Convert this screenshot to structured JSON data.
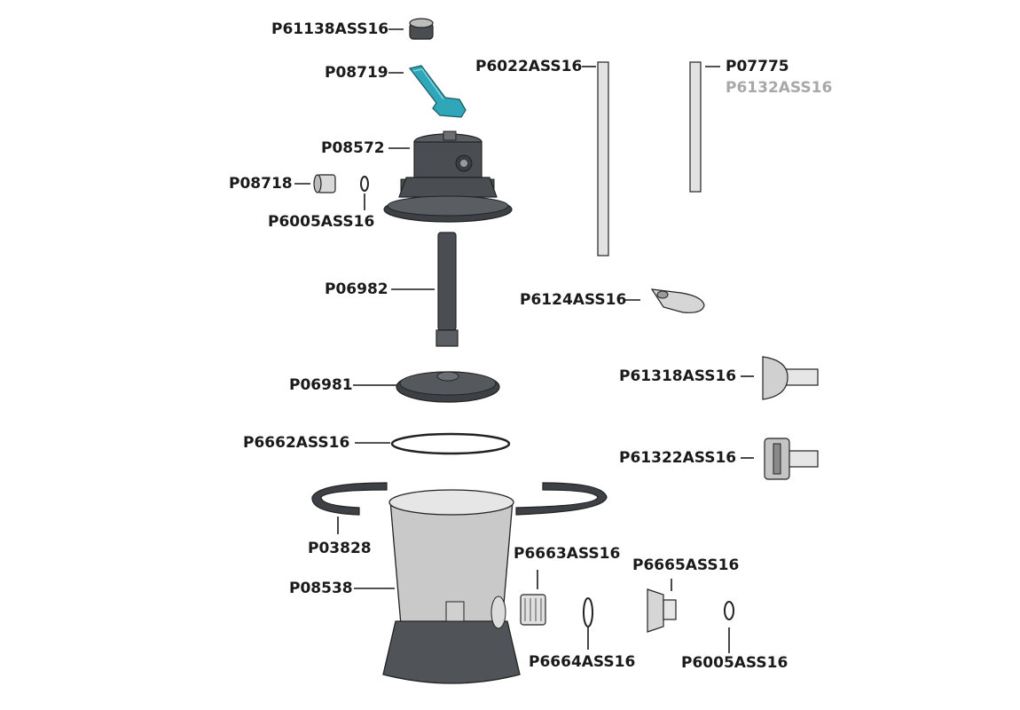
{
  "parts": {
    "p61138": "P61138ASS16",
    "p08719": "P08719",
    "p08572": "P08572",
    "p08718": "P08718",
    "p6005_top": "P6005ASS16",
    "p06982": "P06982",
    "p06981": "P06981",
    "p6662": "P6662ASS16",
    "p03828": "P03828",
    "p08538": "P08538",
    "p6022": "P6022ASS16",
    "p07775": "P07775",
    "p6132": "P6132ASS16",
    "p6124": "P6124ASS16",
    "p61318": "P61318ASS16",
    "p61322": "P61322ASS16",
    "p6663": "P6663ASS16",
    "p6665": "P6665ASS16",
    "p6664": "P6664ASS16",
    "p6005_bottom": "P6005ASS16"
  },
  "colors": {
    "label": "#1a1a1a",
    "label_muted": "#a8a8a8",
    "dark_part": "#4a4d52",
    "light_part": "#d9d9d9",
    "accent_handle": "#2fa7b8",
    "tank_body": "#c9c9c9",
    "base": "#505357"
  }
}
